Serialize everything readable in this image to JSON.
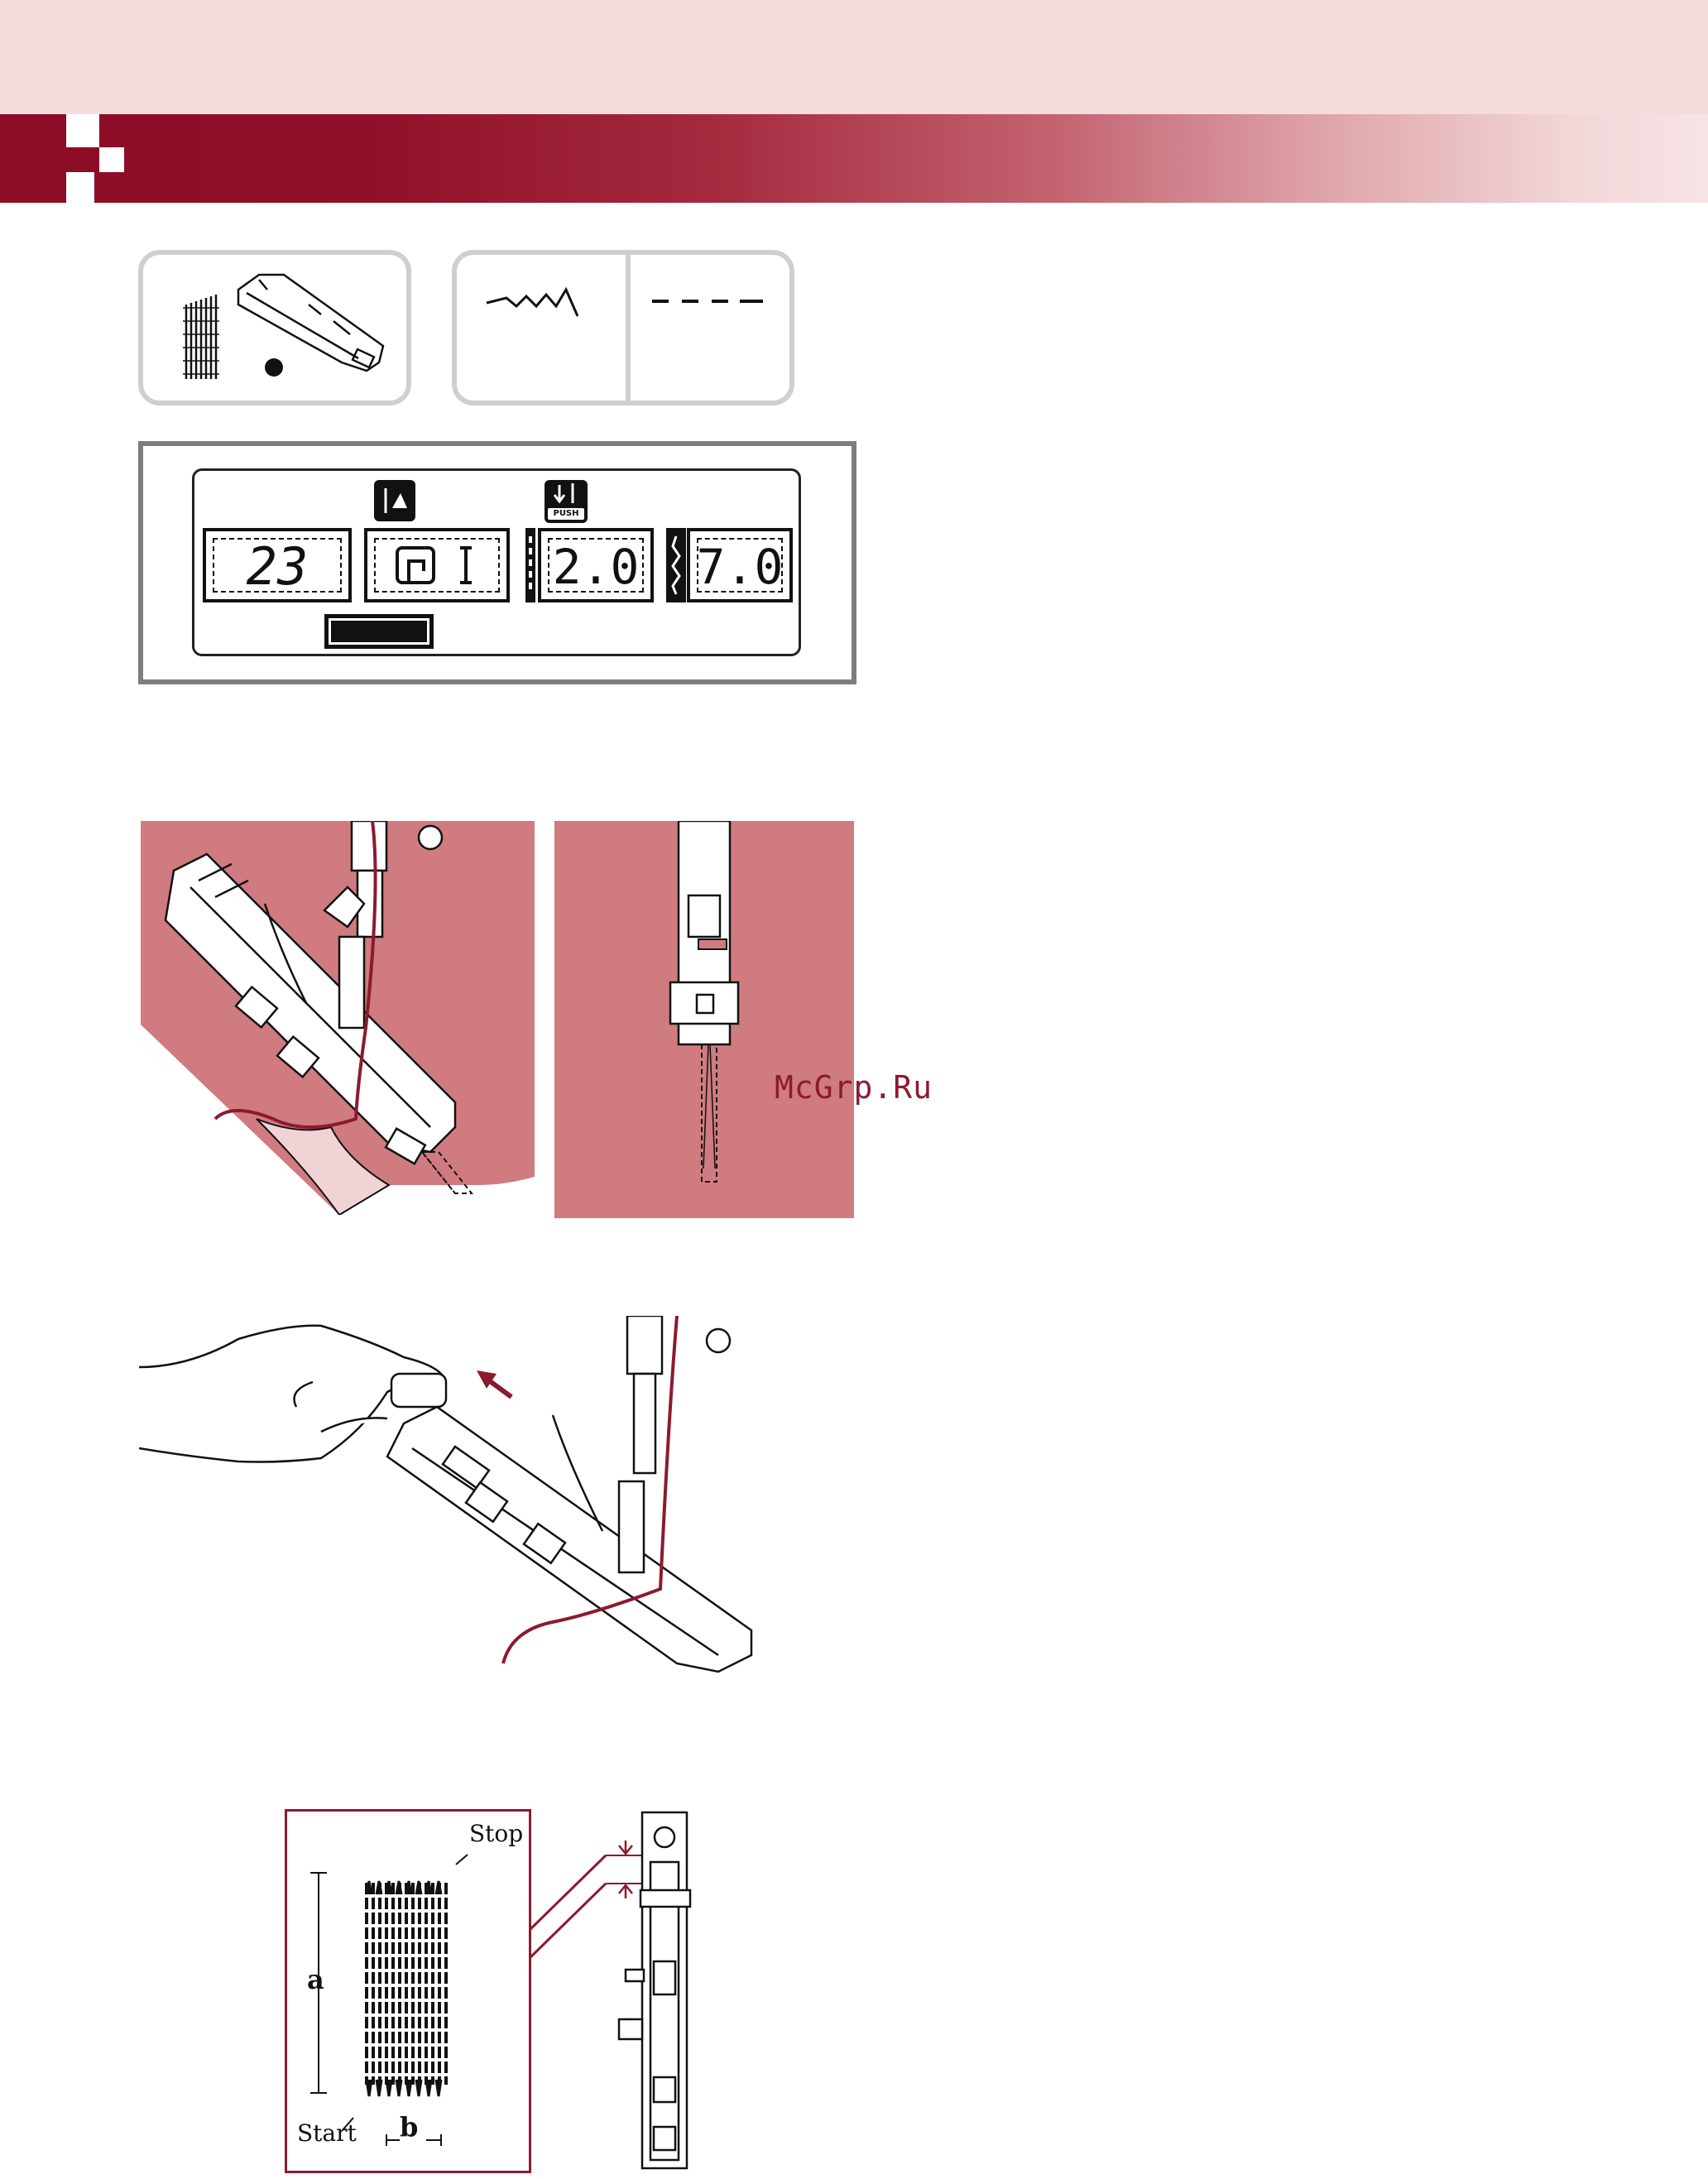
{
  "lcd": {
    "pattern_number": "23",
    "stitch_width": "2.0",
    "stitch_length": "7.0",
    "push_label": "PUSH"
  },
  "watermark": "McGrp.Ru",
  "diagram_labels": {
    "stop": "Stop",
    "start": "Start",
    "a": "a",
    "b": "b"
  },
  "colors": {
    "accent": "#8c0c26",
    "fabric": "#cf7b80",
    "thread": "#8c1a2e"
  }
}
